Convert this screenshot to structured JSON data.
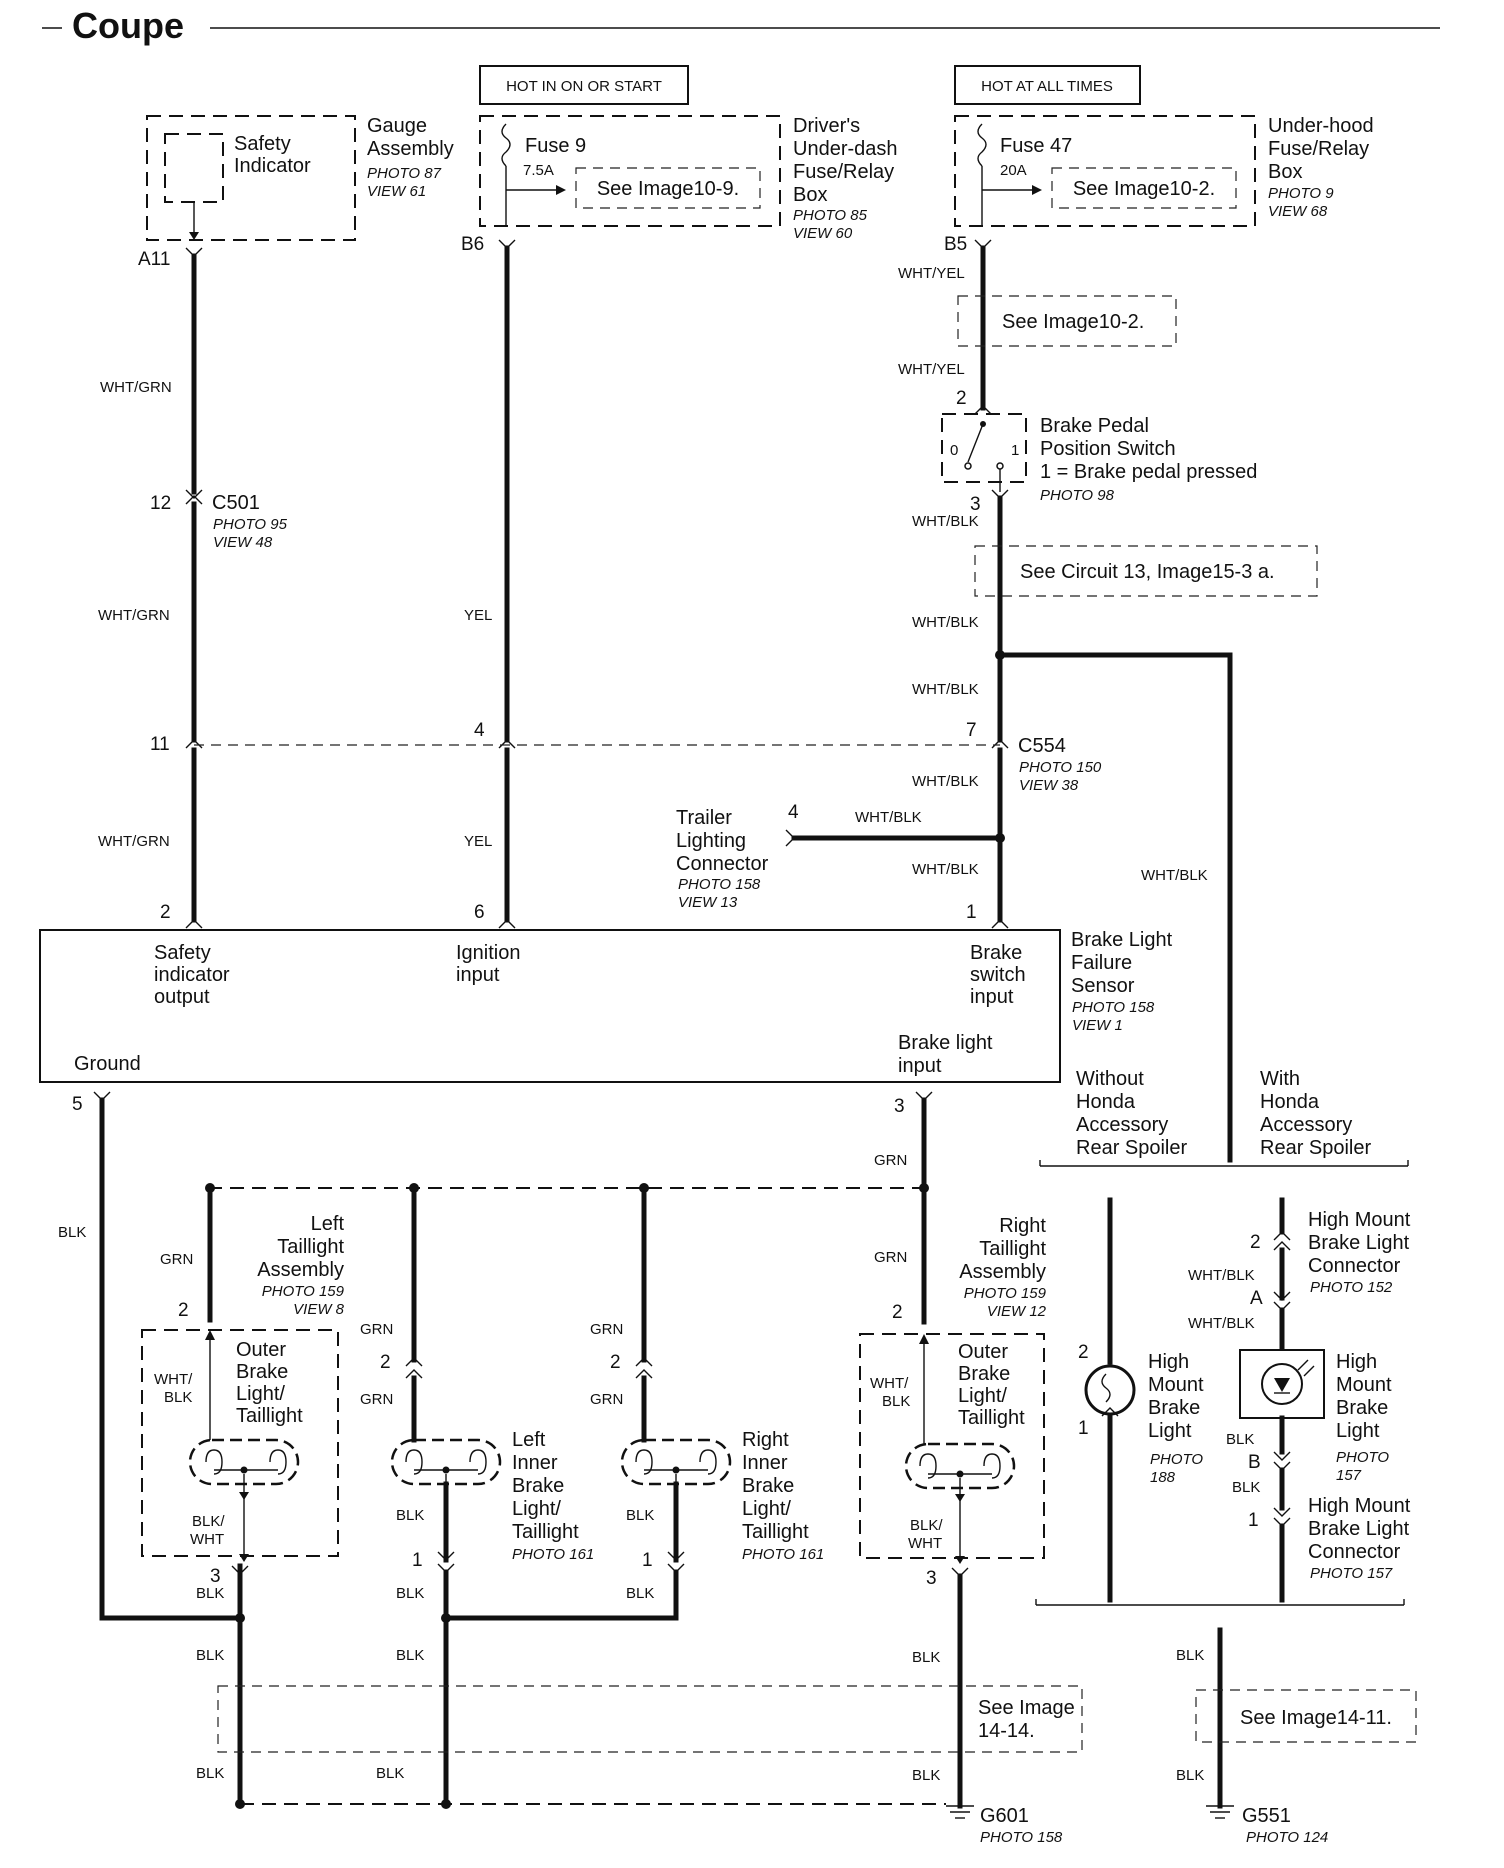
{
  "title": "Coupe",
  "power_boxes": {
    "hot_run": "HOT IN ON OR START",
    "hot_always": "HOT AT ALL TIMES"
  },
  "gauge": {
    "indicator_line1": "Safety",
    "indicator_line2": "Indicator",
    "name_line1": "Gauge",
    "name_line2": "Assembly",
    "photo": "PHOTO 87",
    "view": "VIEW 61",
    "pin": "A11"
  },
  "driver_fuse_box": {
    "fuse": "Fuse 9",
    "rating": "7.5A",
    "see": "See Image10-9.",
    "name_line1": "Driver's",
    "name_line2": "Under-dash",
    "name_line3": "Fuse/Relay",
    "name_line4": "Box",
    "photo": "PHOTO 85",
    "view": "VIEW 60",
    "pin": "B6"
  },
  "underhood_fuse_box": {
    "fuse": "Fuse 47",
    "rating": "20A",
    "see": "See Image10-2.",
    "name_line1": "Under-hood",
    "name_line2": "Fuse/Relay",
    "name_line3": "Box",
    "photo": "PHOTO 9",
    "view": "VIEW 68",
    "pin": "B5"
  },
  "wire_colors": {
    "wht_grn": "WHT/GRN",
    "yel": "YEL",
    "wht_yel": "WHT/YEL",
    "wht_blk": "WHT/BLK",
    "grn": "GRN",
    "blk": "BLK",
    "wht_slash": "WHT/",
    "blk_only": "BLK",
    "blk_slash": "BLK/",
    "wht_only": "WHT"
  },
  "see_image_10_2": "See Image10-2.",
  "brake_switch": {
    "line1": "Brake Pedal",
    "line2": "Position Switch",
    "line3": "1 = Brake pedal pressed",
    "photo": "PHOTO 98",
    "pin_top": "2",
    "pin_bottom": "3",
    "state0": "0",
    "state1": "1"
  },
  "see_circuit_13": "See Circuit 13, Image15-3 a.",
  "c501": {
    "name": "C501",
    "photo": "PHOTO 95",
    "view": "VIEW 48",
    "pin": "12"
  },
  "c554": {
    "name": "C554",
    "photo": "PHOTO 150",
    "view": "VIEW 38",
    "pin_a": "11",
    "pin_b": "4",
    "pin_c": "7"
  },
  "trailer": {
    "line1": "Trailer",
    "line2": "Lighting",
    "line3": "Connector",
    "photo": "PHOTO 158",
    "view": "VIEW 13",
    "pin": "4"
  },
  "sensor": {
    "pin_safety": "2",
    "pin_ign": "6",
    "pin_brake_sw": "1",
    "safety_line1": "Safety",
    "safety_line2": "indicator",
    "safety_line3": "output",
    "ign_line1": "Ignition",
    "ign_line2": "input",
    "brake_sw_line1": "Brake",
    "brake_sw_line2": "switch",
    "brake_sw_line3": "input",
    "brake_light_line1": "Brake light",
    "brake_light_line2": "input",
    "ground": "Ground",
    "name_line1": "Brake Light",
    "name_line2": "Failure",
    "name_line3": "Sensor",
    "photo": "PHOTO 158",
    "view": "VIEW 1",
    "pin_ground": "5",
    "pin_brake_light": "3"
  },
  "spoiler": {
    "without_line1": "Without",
    "without_line2": "Honda",
    "without_line3": "Accessory",
    "without_line4": "Rear Spoiler",
    "with_line1": "With",
    "with_line2": "Honda",
    "with_line3": "Accessory",
    "with_line4": "Rear Spoiler"
  },
  "left_taillight": {
    "line1": "Left",
    "line2": "Taillight",
    "line3": "Assembly",
    "photo": "PHOTO 159",
    "view": "VIEW 8",
    "pin_top": "2",
    "pin_bottom": "3",
    "bulb_line1": "Outer",
    "bulb_line2": "Brake",
    "bulb_line3": "Light/",
    "bulb_line4": "Taillight"
  },
  "right_taillight": {
    "line1": "Right",
    "line2": "Taillight",
    "line3": "Assembly",
    "photo": "PHOTO 159",
    "view": "VIEW 12",
    "pin_top": "2",
    "pin_bottom": "3",
    "bulb_line1": "Outer",
    "bulb_line2": "Brake",
    "bulb_line3": "Light/",
    "bulb_line4": "Taillight"
  },
  "left_inner": {
    "line1": "Left",
    "line2": "Inner",
    "line3": "Brake",
    "line4": "Light/",
    "line5": "Taillight",
    "photo": "PHOTO 161",
    "pin_top": "2",
    "pin_bottom": "1"
  },
  "right_inner": {
    "line1": "Right",
    "line2": "Inner",
    "line3": "Brake",
    "line4": "Light/",
    "line5": "Taillight",
    "photo": "PHOTO 161",
    "pin_top": "2",
    "pin_bottom": "1"
  },
  "hmsl_without": {
    "line1": "High",
    "line2": "Mount",
    "line3": "Brake",
    "line4": "Light",
    "photo": "PHOTO",
    "photo_num": "188",
    "pin_top": "2",
    "pin_bottom": "1"
  },
  "hmsl_with": {
    "line1": "High",
    "line2": "Mount",
    "line3": "Brake",
    "line4": "Light",
    "photo": "PHOTO",
    "photo_num": "157",
    "pin_a": "A",
    "pin_b": "B"
  },
  "hmsl_conn_top": {
    "line1": "High Mount",
    "line2": "Brake Light",
    "line3": "Connector",
    "photo": "PHOTO 152",
    "pin": "2"
  },
  "hmsl_conn_bottom": {
    "line1": "High Mount",
    "line2": "Brake Light",
    "line3": "Connector",
    "photo": "PHOTO 157",
    "pin": "1"
  },
  "see_image_14_14_line1": "See Image",
  "see_image_14_14_line2": "14-14.",
  "see_image_14_11": "See Image14-11.",
  "g601": {
    "name": "G601",
    "photo": "PHOTO 158"
  },
  "g551": {
    "name": "G551",
    "photo": "PHOTO 124"
  }
}
